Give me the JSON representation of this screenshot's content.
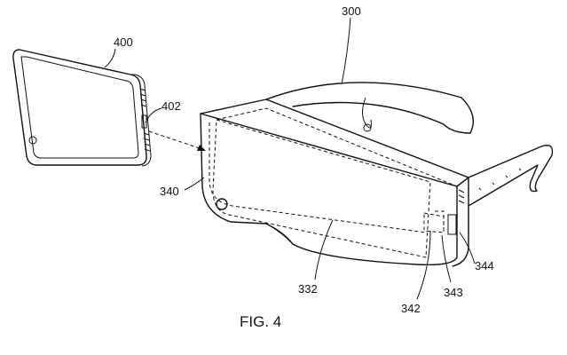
{
  "figure": {
    "caption": "FIG. 4",
    "labels": {
      "phone": "400",
      "phone_port": "402",
      "headset": "300",
      "front_housing": "340",
      "lens_area": "332",
      "connector_a": "342",
      "connector_b": "343",
      "connector_c": "344"
    }
  }
}
